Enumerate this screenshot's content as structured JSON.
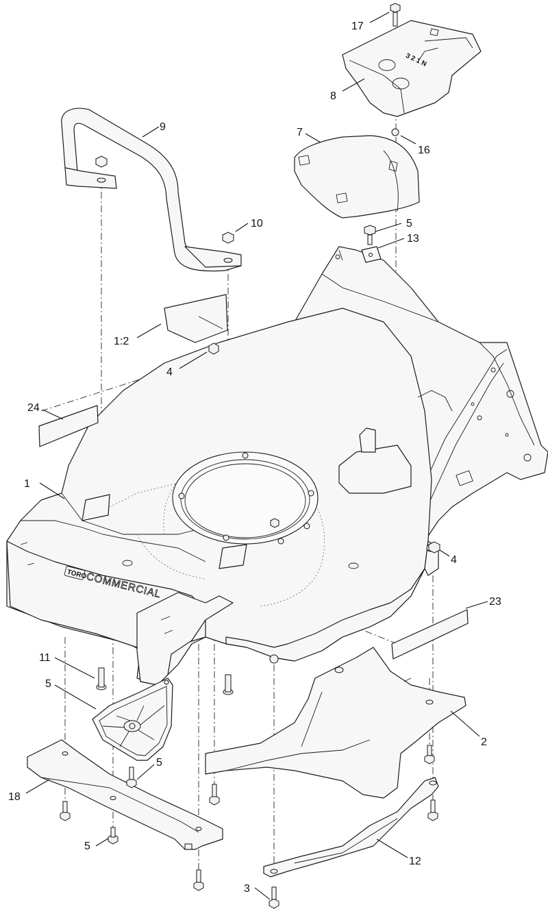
{
  "diagram": {
    "callouts": [
      {
        "id": "c17",
        "label": "17"
      },
      {
        "id": "c8",
        "label": "8"
      },
      {
        "id": "c9",
        "label": "9"
      },
      {
        "id": "c7",
        "label": "7"
      },
      {
        "id": "c16",
        "label": "16"
      },
      {
        "id": "c10",
        "label": "10"
      },
      {
        "id": "c5a",
        "label": "5"
      },
      {
        "id": "c13",
        "label": "13"
      },
      {
        "id": "c1-2",
        "label": "1:2"
      },
      {
        "id": "c4a",
        "label": "4"
      },
      {
        "id": "c24",
        "label": "24"
      },
      {
        "id": "c1",
        "label": "1"
      },
      {
        "id": "c4b",
        "label": "4"
      },
      {
        "id": "c23",
        "label": "23"
      },
      {
        "id": "c11",
        "label": "11"
      },
      {
        "id": "c5b",
        "label": "5"
      },
      {
        "id": "c2",
        "label": "2"
      },
      {
        "id": "c5c",
        "label": "5"
      },
      {
        "id": "c18",
        "label": "18"
      },
      {
        "id": "c5d",
        "label": "5"
      },
      {
        "id": "c12",
        "label": "12"
      },
      {
        "id": "c3",
        "label": "3"
      }
    ],
    "deck_logo": {
      "brand": "TORO",
      "text": "COMMERCIAL"
    },
    "gear_markings": "3 2 1 N"
  }
}
